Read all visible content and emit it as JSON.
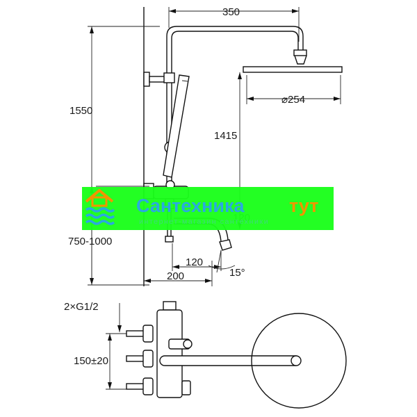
{
  "dimensions": {
    "width_350": "350",
    "height_1550": "1550",
    "head_dia": "⌀254",
    "height_1415": "1415",
    "mixer_height": "750-1000",
    "spout_120_v": "120",
    "spout_120_h": "120",
    "angle": "15°",
    "depth_200": "200",
    "inlets": "2×G1/2",
    "spacing": "150±20"
  },
  "watermark": {
    "brand_main": "Сантехника",
    "brand_accent": "тут",
    "tagline": "интернет-магазин сантехники",
    "band_color": "#1aff1a",
    "main_color": "#2aa9e0",
    "accent_color": "#f29400"
  },
  "icons": {
    "logo": "house-waves-icon"
  }
}
